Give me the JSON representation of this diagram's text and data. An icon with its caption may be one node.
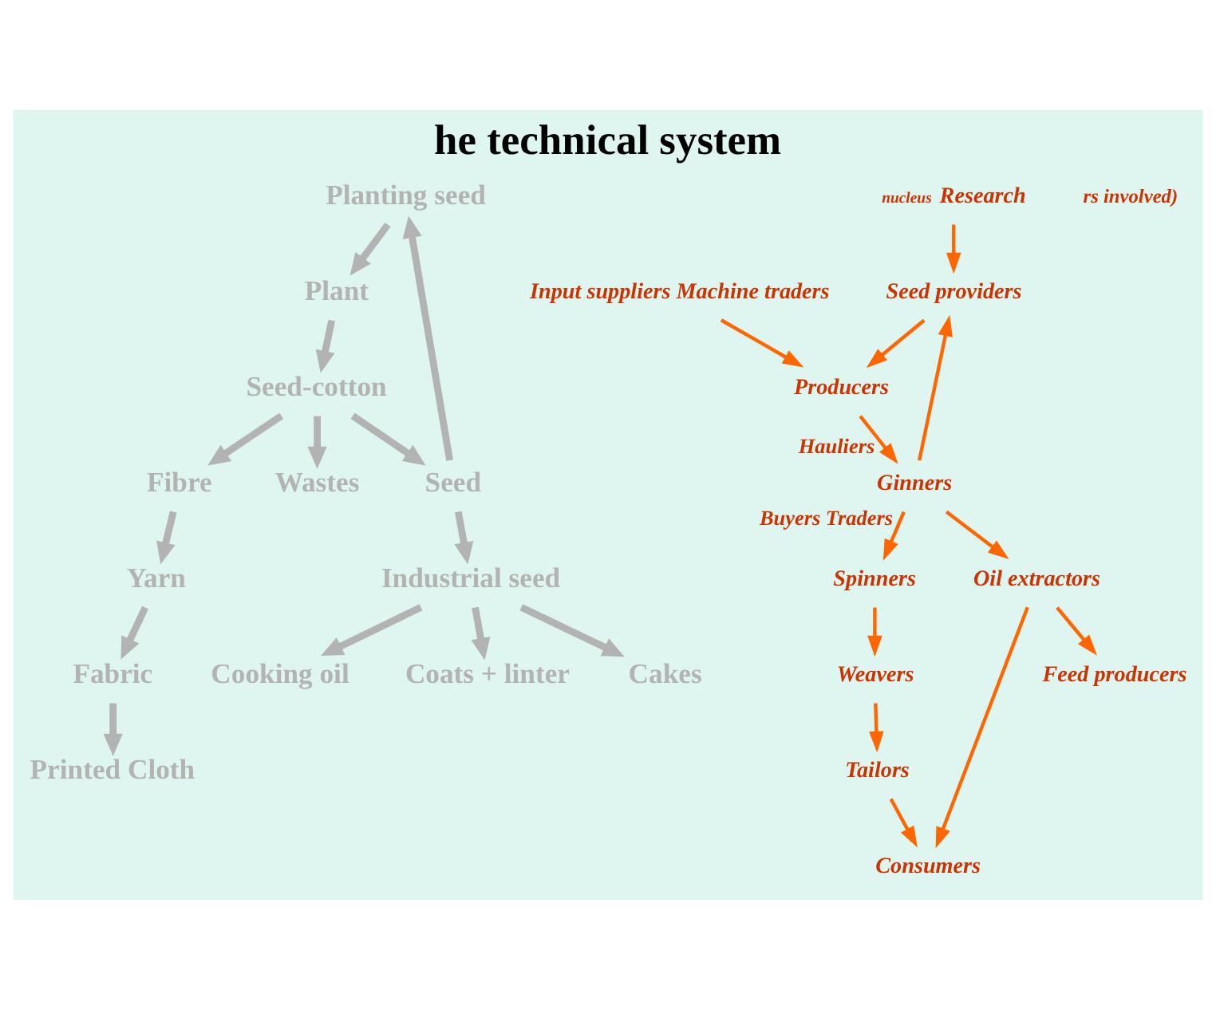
{
  "diagram": {
    "title": "he technical system",
    "nodes": [
      {
        "text": [
          "Planting seed"
        ]
      },
      {
        "text": [
          "Plant"
        ]
      },
      {
        "text": [
          "Seed-cotton"
        ]
      },
      {
        "text": [
          "Fibre"
        ]
      },
      {
        "text": [
          "Wastes"
        ]
      },
      {
        "text": [
          "Seed"
        ]
      },
      {
        "text": [
          "Yarn"
        ]
      },
      {
        "text": [
          "Industrial seed"
        ]
      },
      {
        "text": [
          "Fabric"
        ]
      },
      {
        "text": [
          "Printed Cloth"
        ]
      },
      {
        "text": [
          "Cooking oil"
        ]
      },
      {
        "text": [
          "Coats + linter"
        ]
      },
      {
        "text": [
          "Cakes"
        ]
      },
      {
        "text": [
          "Research"
        ],
        "beside": [
          "nucleus"
        ]
      },
      {
        "text": [
          "Seed providers"
        ]
      },
      {
        "text": [
          "Input suppliers Machine traders"
        ]
      },
      {
        "text": [
          "Producers"
        ]
      },
      {
        "text": [
          "Ginners"
        ]
      },
      {
        "text": [
          "Spinners"
        ]
      },
      {
        "text": [
          "Weavers"
        ]
      },
      {
        "text": [
          "Tailors"
        ]
      },
      {
        "text": [
          "Consumers"
        ]
      },
      {
        "text": [
          "Oil extractors"
        ]
      },
      {
        "text": [
          "Feed producers"
        ]
      }
    ],
    "edges": [
      {
        "from": 5,
        "to": 0,
        "arrow": "to"
      },
      {
        "from": 0,
        "to": 1,
        "arrow": "to"
      },
      {
        "from": 1,
        "to": 2,
        "arrow": "to"
      },
      {
        "from": 2,
        "to": 3,
        "arrow": "to"
      },
      {
        "from": 2,
        "to": 4,
        "arrow": "to"
      },
      {
        "from": 2,
        "to": 5,
        "arrow": "to"
      },
      {
        "from": 3,
        "to": 6,
        "arrow": "to"
      },
      {
        "from": 6,
        "to": 8,
        "arrow": "to"
      },
      {
        "from": 8,
        "to": 9,
        "arrow": "to"
      },
      {
        "from": 5,
        "to": 7,
        "arrow": "to"
      },
      {
        "from": 7,
        "to": 10,
        "arrow": "to"
      },
      {
        "from": 7,
        "to": 11,
        "arrow": "to"
      },
      {
        "from": 7,
        "to": 12,
        "arrow": "to"
      },
      {
        "from": 13,
        "to": 14,
        "arrow": "to",
        "color": "#ff6600"
      },
      {
        "from": 14,
        "to": 16,
        "arrow": "to",
        "color": "#ff6600"
      },
      {
        "from": 15,
        "to": 16,
        "arrow": "to",
        "color": "#ff6600"
      },
      {
        "from": 16,
        "to": 17,
        "arrow": "to",
        "label": "Hauliers",
        "color": "#ff6600"
      },
      {
        "from": 17,
        "to": 14,
        "arrow": "to",
        "color": "#ff6600"
      },
      {
        "from": 17,
        "to": 18,
        "arrow": "to",
        "label": "Buyers Traders",
        "color": "#ff6600"
      },
      {
        "from": 17,
        "to": 22,
        "arrow": "to",
        "color": "#ff6600"
      },
      {
        "from": 18,
        "to": 19,
        "arrow": "to",
        "color": "#ff6600"
      },
      {
        "from": 19,
        "to": 20,
        "arrow": "to",
        "color": "#ff6600"
      },
      {
        "from": 20,
        "to": 21,
        "arrow": "to",
        "color": "#ff6600"
      },
      {
        "from": 22,
        "to": 21,
        "arrow": "to",
        "color": "#ff6600"
      },
      {
        "from": 22,
        "to": 23,
        "arrow": "to",
        "color": "#ff6600"
      }
    ],
    "labels": [
      "rs involved)"
    ]
  }
}
